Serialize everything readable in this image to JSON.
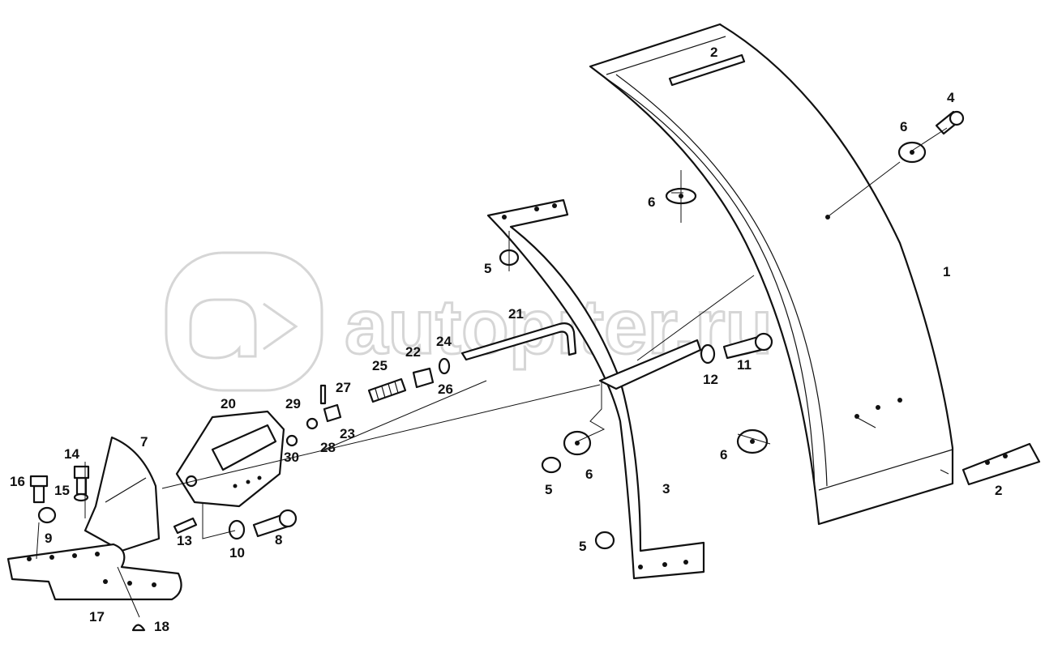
{
  "watermark": {
    "text": "autopiter.ru",
    "logo_text": "a>"
  },
  "callouts": {
    "c1": "1",
    "c2a": "2",
    "c2b": "2",
    "c3": "3",
    "c4": "4",
    "c5a": "5",
    "c5b": "5",
    "c5c": "5",
    "c6a": "6",
    "c6b": "6",
    "c6c": "6",
    "c6d": "6",
    "c7": "7",
    "c8": "8",
    "c9": "9",
    "c10": "10",
    "c11": "11",
    "c12": "12",
    "c13": "13",
    "c14": "14",
    "c15": "15",
    "c16": "16",
    "c17": "17",
    "c18": "18",
    "c20": "20",
    "c21": "21",
    "c22": "22",
    "c23": "23",
    "c24": "24",
    "c25": "25",
    "c26": "26",
    "c27": "27",
    "c28": "28",
    "c29": "29",
    "c30": "30"
  }
}
